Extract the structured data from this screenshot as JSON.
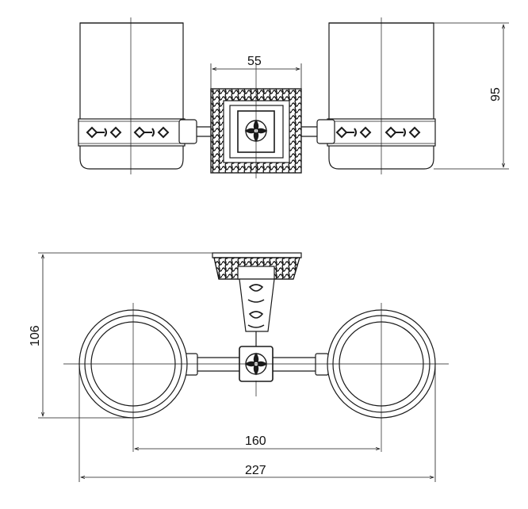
{
  "drawing": {
    "dimensions": {
      "mount_width": "55",
      "height_front": "95",
      "depth_side": "106",
      "center_spacing": "160",
      "overall_width": "227"
    },
    "line_color": "#1a1a1a",
    "background": "#ffffff"
  }
}
